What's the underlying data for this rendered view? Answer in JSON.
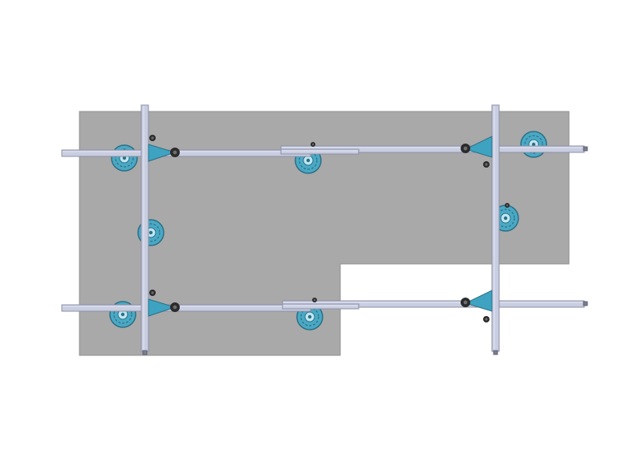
{
  "colors": {
    "background": "#ffffff",
    "glass_panel": "#a9a9a9",
    "glass_edge": "#8f8f8f",
    "rail": "#c9cde0",
    "rail_edge": "#8c90a6",
    "rail_highlight": "#e4e7f3",
    "cup": "#4aa9c4",
    "cup_dark": "#2c6f86",
    "cup_light": "#bfe6f1",
    "bracket": "#3ea3c0",
    "knob": "#2b2b2b"
  },
  "components": {
    "glass_panel": "l-shaped-glass-panel",
    "frame": "vacuum-lifting-frame",
    "cups": "suction-cup",
    "brackets": "triangle-bracket",
    "knobs": "clamp-knob"
  }
}
